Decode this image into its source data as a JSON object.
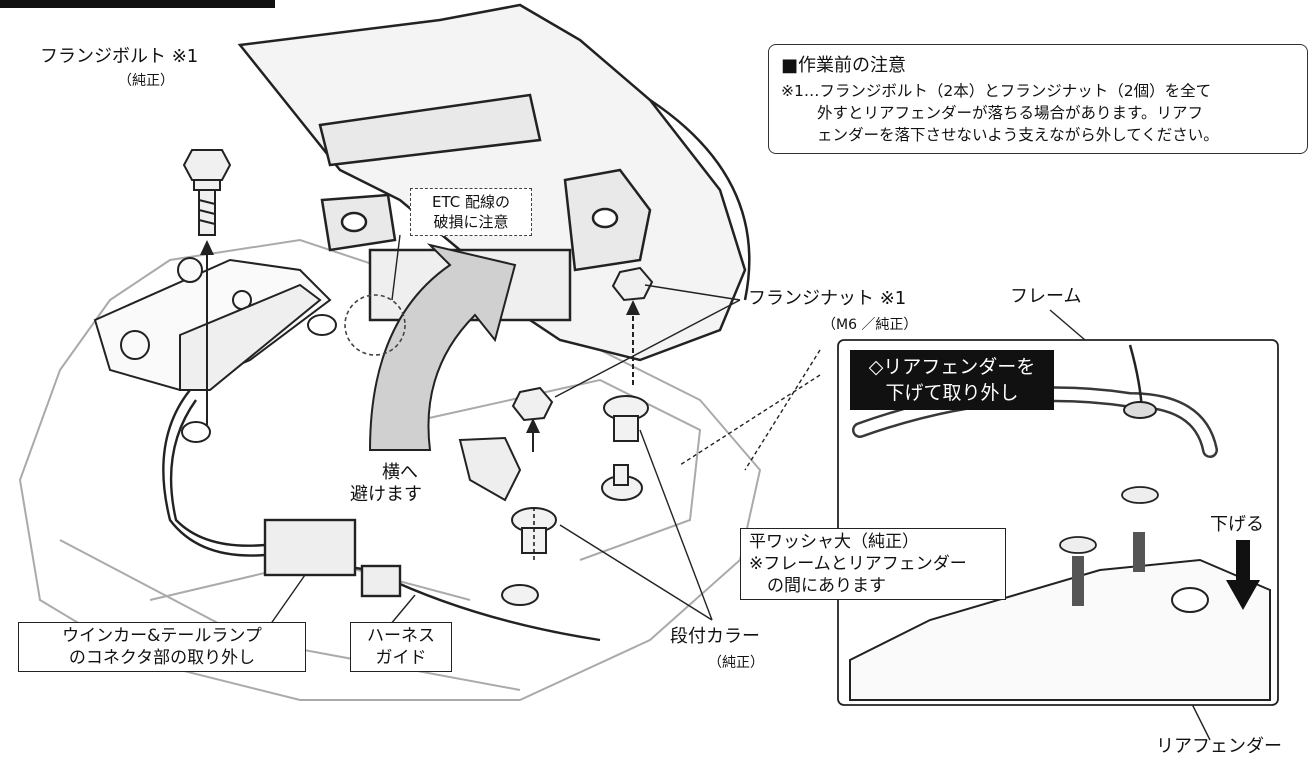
{
  "note": {
    "title": "■作業前の注意",
    "line1": "※1…フランジボルト（2本）とフランジナット（2個）を全て",
    "line2": "外すとリアフェンダーが落ちる場合があります。リアフ",
    "line3": "ェンダーを落下させないよう支えながら外してください。"
  },
  "labels": {
    "flange_bolt": "フランジボルト ※1",
    "flange_bolt_sub": "（純正）",
    "etc_line1": "ETC 配線の",
    "etc_line2": "破損に注意",
    "flange_nut": "フランジナット ※1",
    "flange_nut_sub": "（M6 ／純正）",
    "frame": "フレーム",
    "rear_fender_step_line1": "◇リアフェンダーを",
    "rear_fender_step_line2": "下げて取り外し",
    "move_aside_line1": "横へ",
    "move_aside_line2": "避けます",
    "lower": "下げる",
    "washer_line1": "平ワッシャ大（純正）",
    "washer_line2": "※フレームとリアフェンダー",
    "washer_line3": "の間にあります",
    "connector_line1": "ウインカー&テールランプ",
    "connector_line2": "のコネクタ部の取り外し",
    "harness_line1": "ハーネス",
    "harness_line2": "ガイド",
    "collar": "段付カラー",
    "collar_sub": "（純正）",
    "rear_fender": "リアフェンダー"
  },
  "icons": [
    "arrow-up-icon",
    "arrow-down-icon",
    "curved-arrow-icon"
  ],
  "colors": {
    "ink": "#111111",
    "line_gray": "#9a9a9a",
    "arrow_fill": "#d0d0d0",
    "panel_fill": "#f2f2f2"
  }
}
